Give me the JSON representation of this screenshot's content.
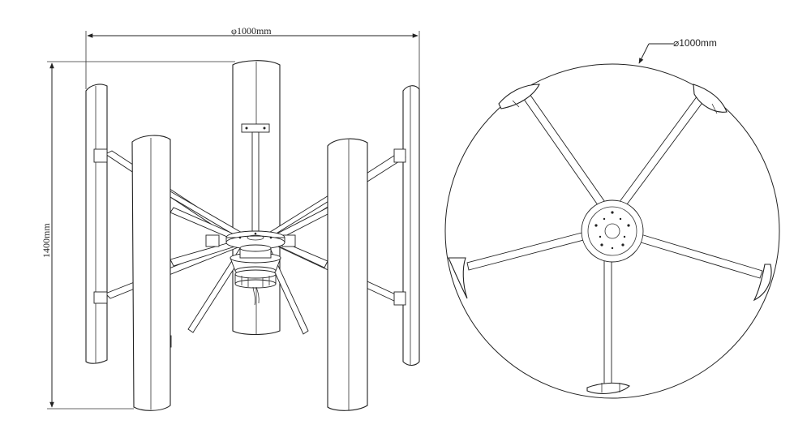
{
  "front_view": {
    "width_dimension_label": "1000mm",
    "width_dimension_symbol": "φ",
    "height_dimension_label": "1400mm"
  },
  "top_view": {
    "diameter_label": "1000mm",
    "diameter_symbol": "⌀"
  }
}
